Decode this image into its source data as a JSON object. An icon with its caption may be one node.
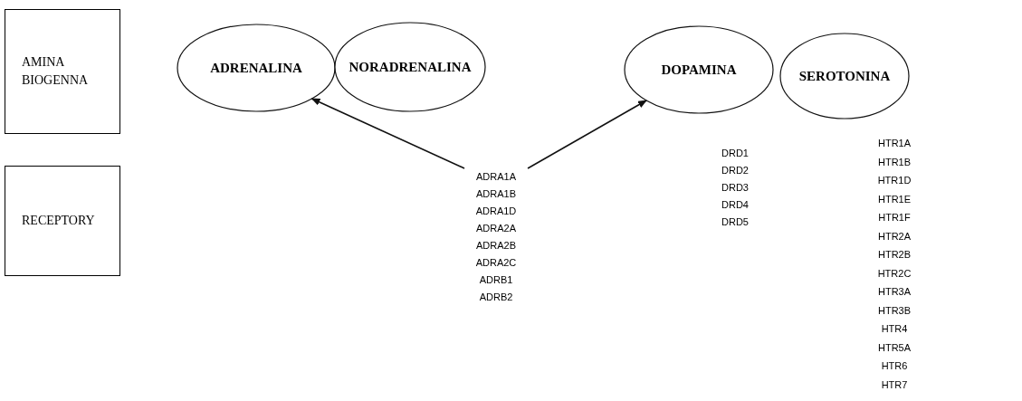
{
  "diagram": {
    "nodes": [
      {
        "text": [
          "AMINA BIOGENNA"
        ]
      },
      {
        "text": [
          "RECEPTORY"
        ]
      },
      {
        "text": [
          "ADRENALINA"
        ]
      },
      {
        "text": [
          "NORADRENALINA"
        ]
      },
      {
        "text": [
          "DOPAMINA"
        ]
      },
      {
        "text": [
          "SEROTONINA"
        ]
      },
      {
        "text": [
          "ADRA1A",
          "ADRA1B",
          "ADRA1D",
          "ADRA2A",
          "ADRA2B",
          "ADRA2C",
          "ADRB1",
          "ADRB2"
        ]
      }
    ],
    "edges": [
      {
        "from": 6,
        "to": 2,
        "arrow": "to"
      },
      {
        "from": 6,
        "to": 4,
        "arrow": "to"
      }
    ],
    "labels": [
      "DRD1",
      "DRD2",
      "DRD3",
      "DRD4",
      "DRD5",
      "HTR1A",
      "HTR1B",
      "HTR1D",
      "HTR1E",
      "HTR1F",
      "HTR2A",
      "HTR2B",
      "HTR2C",
      "HTR3A",
      "HTR3B",
      "HTR4",
      "HTR5A",
      "HTR6",
      "HTR7"
    ]
  }
}
